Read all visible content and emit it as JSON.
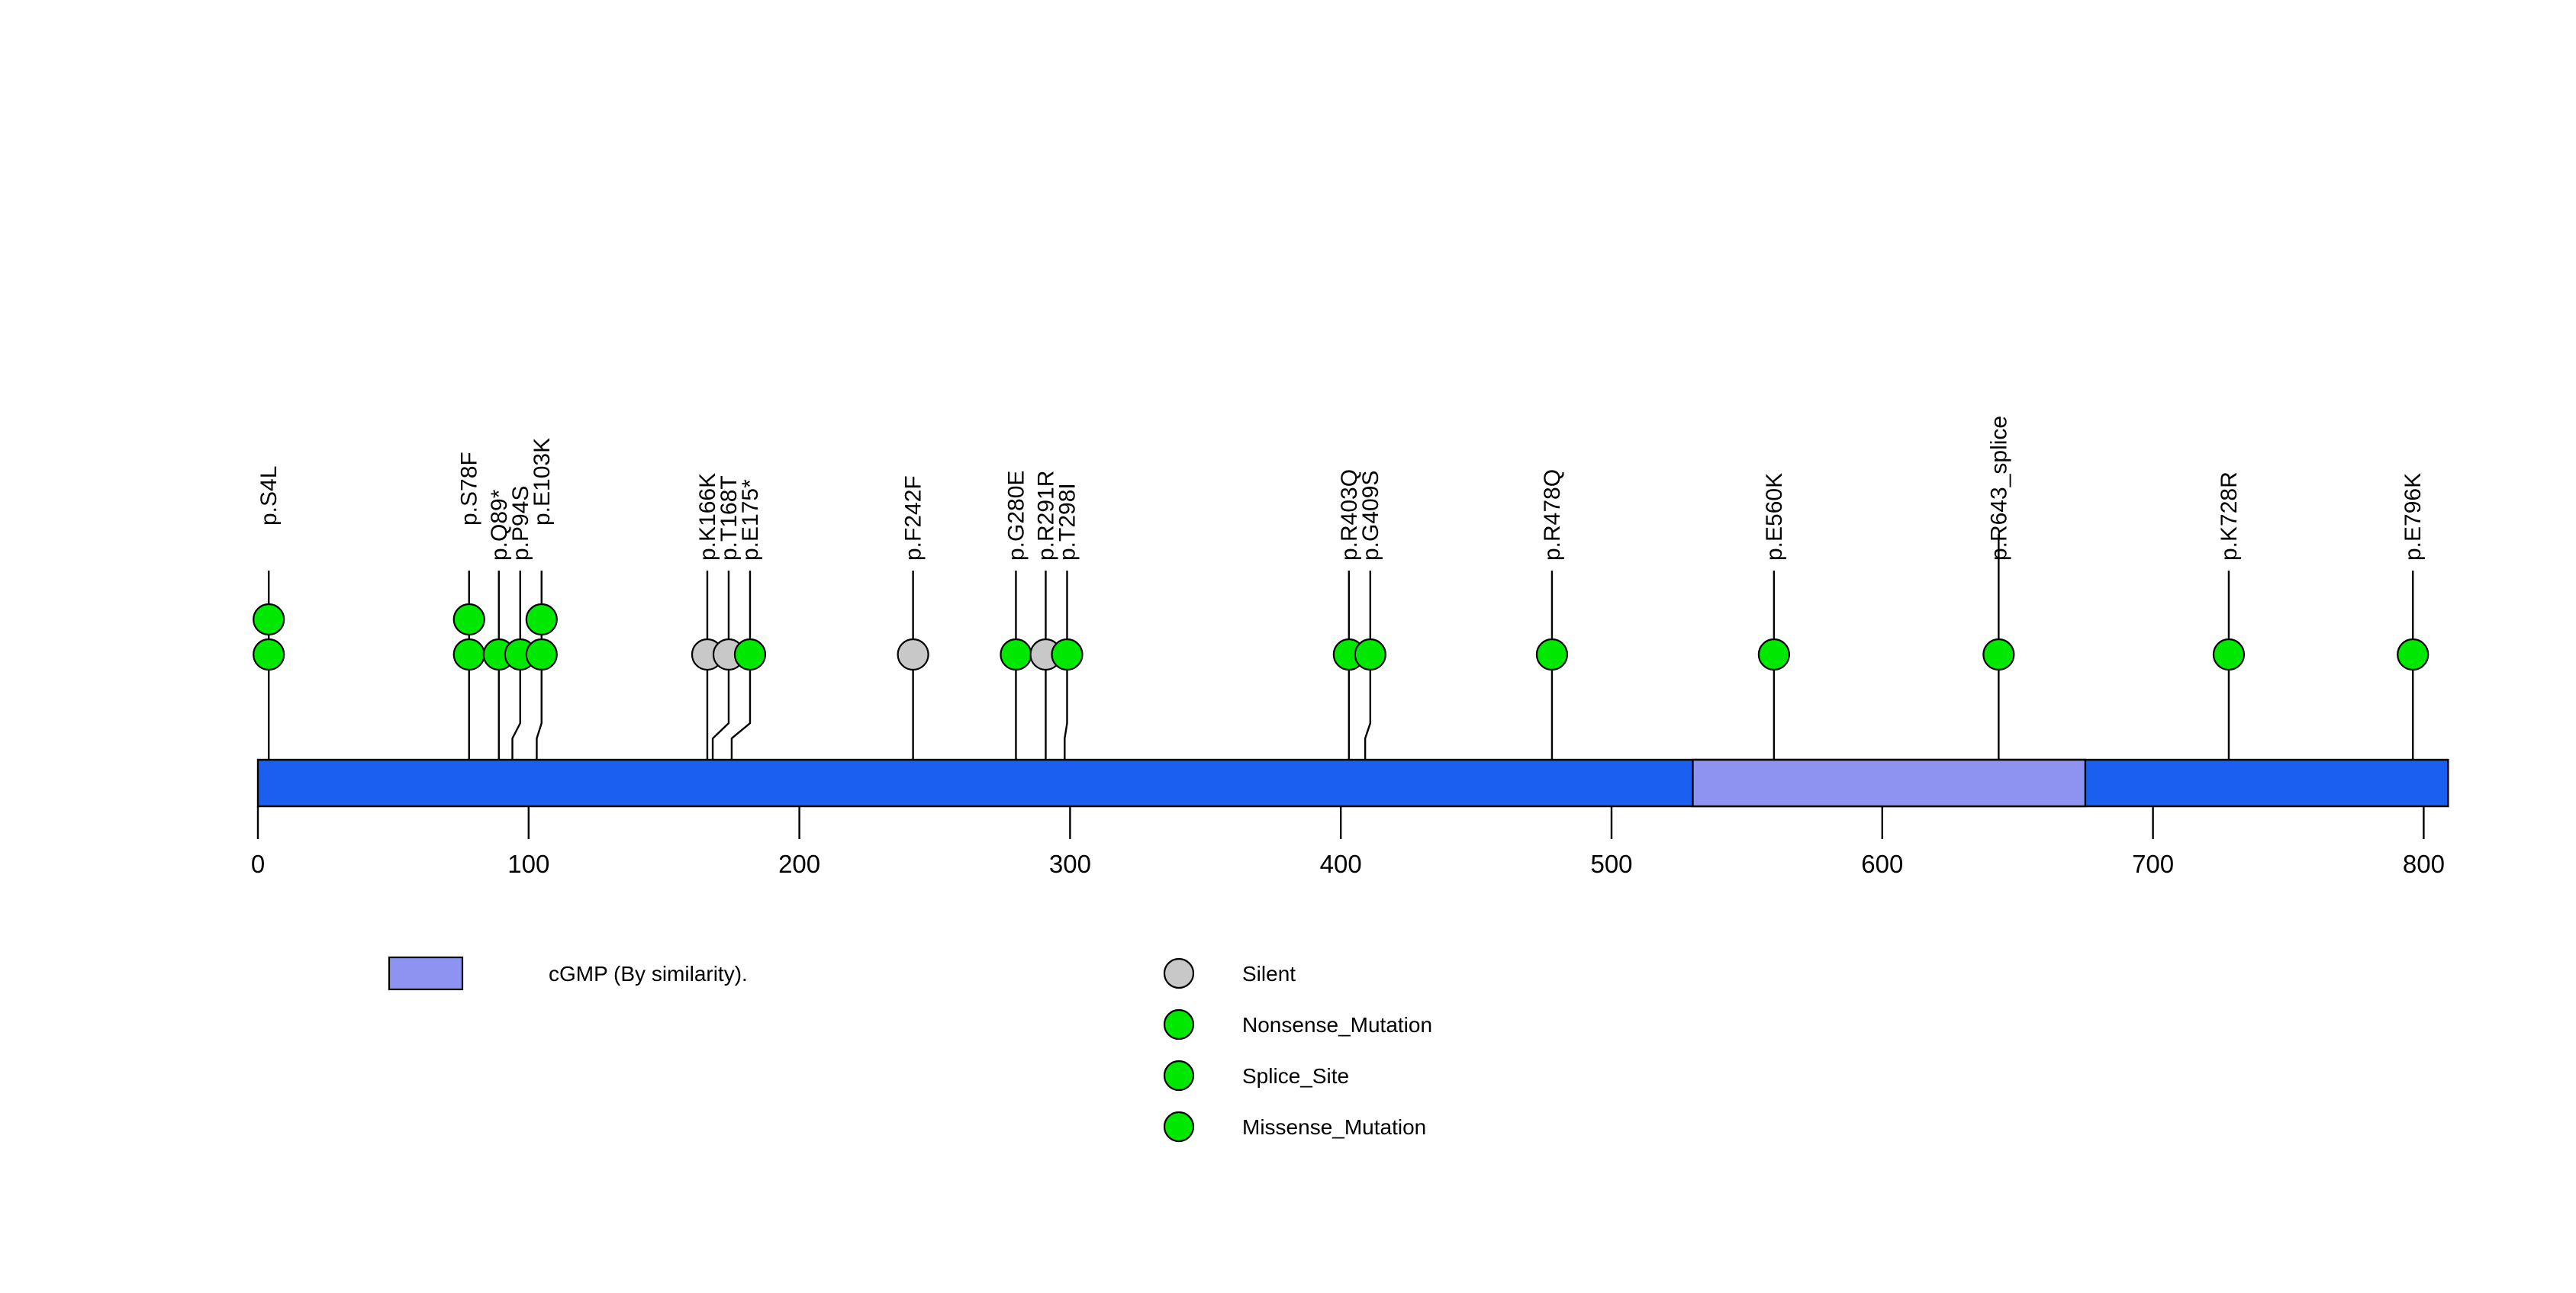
{
  "chart_data": {
    "type": "lollipop",
    "title": "",
    "xlabel": "",
    "ylabel": "",
    "xlim": [
      0,
      809
    ],
    "protein_length": 809,
    "axis_ticks": [
      0,
      100,
      200,
      300,
      400,
      500,
      600,
      700,
      800
    ],
    "grid": false,
    "backbone_color": "#1a5ff0",
    "domains": [
      {
        "name": "cGMP (By similarity).",
        "start": 530,
        "end": 675,
        "color": "#8e93f2"
      }
    ],
    "mutations": [
      {
        "label": "p.S4L",
        "position": 4,
        "count": 2,
        "type": "Nonsense_Mutation",
        "color": "#00e800"
      },
      {
        "label": "p.S78F",
        "position": 78,
        "count": 2,
        "type": "Missense_Mutation",
        "color": "#00e800"
      },
      {
        "label": "p.Q89*",
        "position": 89,
        "count": 1,
        "type": "Nonsense_Mutation",
        "color": "#00e800"
      },
      {
        "label": "p.P94S",
        "position": 94,
        "count": 1,
        "type": "Missense_Mutation",
        "color": "#00e800"
      },
      {
        "label": "p.E103K",
        "position": 103,
        "count": 2,
        "type": "Missense_Mutation",
        "color": "#00e800"
      },
      {
        "label": "p.K166K",
        "position": 166,
        "count": 1,
        "type": "Silent",
        "color": "#c8c8c8"
      },
      {
        "label": "p.T168T",
        "position": 168,
        "count": 1,
        "type": "Silent",
        "color": "#c8c8c8"
      },
      {
        "label": "p.E175*",
        "position": 175,
        "count": 1,
        "type": "Nonsense_Mutation",
        "color": "#00e800"
      },
      {
        "label": "p.F242F",
        "position": 242,
        "count": 1,
        "type": "Silent",
        "color": "#c8c8c8"
      },
      {
        "label": "p.G280E",
        "position": 280,
        "count": 1,
        "type": "Missense_Mutation",
        "color": "#00e800"
      },
      {
        "label": "p.R291R",
        "position": 291,
        "count": 1,
        "type": "Silent",
        "color": "#c8c8c8"
      },
      {
        "label": "p.T298I",
        "position": 298,
        "count": 1,
        "type": "Missense_Mutation",
        "color": "#00e800"
      },
      {
        "label": "p.R403Q",
        "position": 403,
        "count": 1,
        "type": "Missense_Mutation",
        "color": "#00e800"
      },
      {
        "label": "p.G409S",
        "position": 409,
        "count": 1,
        "type": "Missense_Mutation",
        "color": "#00e800"
      },
      {
        "label": "p.R478Q",
        "position": 478,
        "count": 1,
        "type": "Missense_Mutation",
        "color": "#00e800"
      },
      {
        "label": "p.E560K",
        "position": 560,
        "count": 1,
        "type": "Missense_Mutation",
        "color": "#00e800"
      },
      {
        "label": "p.R643_splice",
        "position": 643,
        "count": 1,
        "type": "Splice_Site",
        "color": "#00e800"
      },
      {
        "label": "p.K728R",
        "position": 728,
        "count": 1,
        "type": "Missense_Mutation",
        "color": "#00e800"
      },
      {
        "label": "p.E796K",
        "position": 796,
        "count": 1,
        "type": "Missense_Mutation",
        "color": "#00e800"
      }
    ],
    "legend": {
      "position": "below",
      "domain_entries": [
        {
          "label": "cGMP (By similarity).",
          "color": "#8e93f2"
        }
      ],
      "mutation_entries": [
        {
          "label": "Silent",
          "color": "#c8c8c8"
        },
        {
          "label": "Nonsense_Mutation",
          "color": "#00e800"
        },
        {
          "label": "Splice_Site",
          "color": "#00e800"
        },
        {
          "label": "Missense_Mutation",
          "color": "#00e800"
        }
      ]
    }
  },
  "axis": {
    "tick_labels": [
      "0",
      "100",
      "200",
      "300",
      "400",
      "500",
      "600",
      "700",
      "800"
    ]
  },
  "labels": {
    "mutation_labels": [
      "p.S4L",
      "p.S78F",
      "p.Q89*",
      "p.P94S",
      "p.E103K",
      "p.K166K",
      "p.T168T",
      "p.E175*",
      "p.F242F",
      "p.G280E",
      "p.R291R",
      "p.T298I",
      "p.R403Q",
      "p.G409S",
      "p.R478Q",
      "p.E560K",
      "p.R643_splice",
      "p.K728R",
      "p.E796K"
    ]
  },
  "legend": {
    "domain_label": "cGMP (By similarity).",
    "silent_label": "Silent",
    "nonsense_label": "Nonsense_Mutation",
    "splice_label": "Splice_Site",
    "missense_label": "Missense_Mutation"
  }
}
